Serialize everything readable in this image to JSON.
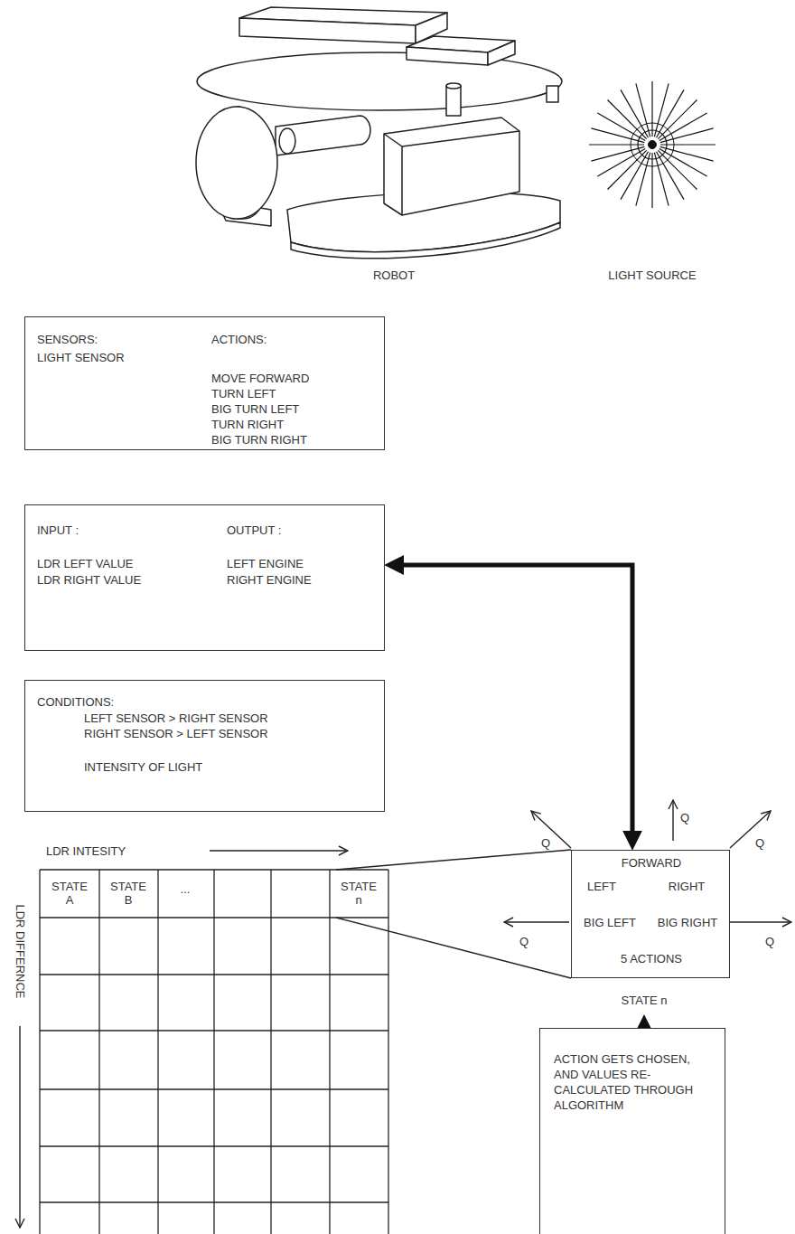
{
  "diagram": {
    "nodes": [
      {
        "text": [
          "SENSORS:",
          "LIGHT SENSOR",
          "ACTIONS:",
          "MOVE FORWARD",
          "TURN LEFT",
          "BIG TURN LEFT",
          "TURN RIGHT",
          "BIG TURN RIGHT"
        ]
      },
      {
        "text": [
          "INPUT :",
          "LDR LEFT VALUE",
          "LDR RIGHT VALUE",
          "OUTPUT :",
          "LEFT ENGINE",
          "RIGHT ENGINE"
        ]
      },
      {
        "text": [
          "CONDITIONS:",
          "LEFT SENSOR > RIGHT SENSOR",
          "RIGHT SENSOR > LEFT SENSOR",
          "INTENSITY OF LIGHT"
        ]
      },
      {
        "text": [
          "FORWARD",
          "LEFT",
          "RIGHT",
          "BIG LEFT",
          "BIG RIGHT",
          "5 ACTIONS"
        ]
      },
      {
        "text": [
          "ACTION GETS CHOSEN, AND VALUES RE-CALCULATED THROUGH ALGORITHM"
        ]
      }
    ],
    "edges": [
      {
        "from": 1,
        "to": 3,
        "arrow": "both"
      }
    ],
    "labels": [
      "ROBOT",
      "LIGHT SOURCE",
      "Q",
      "Q",
      "Q",
      "LDR INTESITY",
      "STATE A",
      "STATE B",
      "...",
      "STATE n",
      "Q",
      "Q",
      "LDR DIFFERNCE",
      "STATE n"
    ]
  }
}
